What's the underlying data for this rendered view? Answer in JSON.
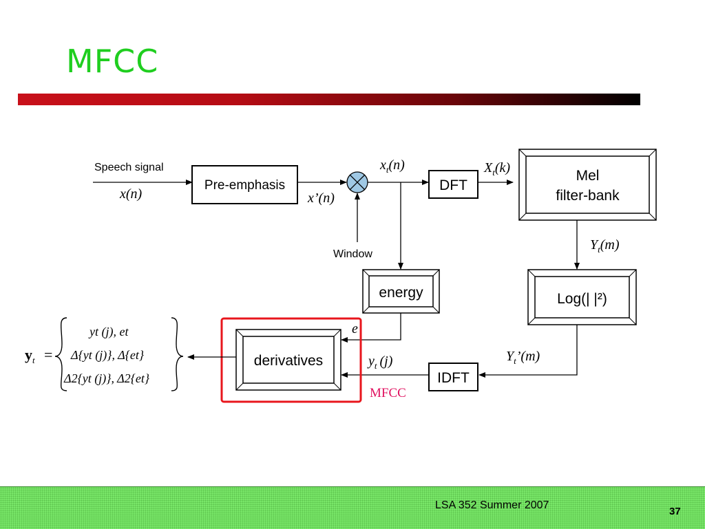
{
  "slide": {
    "title": "MFCC",
    "footer_course": "LSA 352 Summer 2007",
    "footer_page": "37"
  },
  "diagram": {
    "input_label": "Speech signal",
    "input_symbol": "x(n)",
    "window_label": "Window",
    "blocks": {
      "pre_emphasis": "Pre-emphasis",
      "dft": "DFT",
      "mel_line1": "Mel",
      "mel_line2": "filter-bank",
      "log": "Log(| |²)",
      "idft": "IDFT",
      "energy": "energy",
      "derivatives": "derivatives"
    },
    "signals": {
      "x_prime": "x’(n)",
      "x_t_base": "x",
      "x_t_sub": "t",
      "x_t_arg": "(n)",
      "X_t_base": "X",
      "X_t_sub": "t",
      "X_t_arg": "(k)",
      "Y_t_base": "Y",
      "Y_t_sub": "t",
      "Y_t_arg": "(m)",
      "Y_tp_base": "Y",
      "Y_tp_sub": "t",
      "Y_tp_arg": "’(m)",
      "y_tj_base": "y",
      "y_tj_sub": "t",
      "y_tj_arg": "(j)",
      "e_t": "e"
    },
    "mfcc_label": "MFCC",
    "equation": {
      "lhs_base": "y",
      "lhs_sub": "t",
      "eq": "=",
      "row1": "yt (j), et",
      "row2": "Δ{yt (j)}, Δ{et}",
      "row3": "Δ2{yt (j)}, Δ2{et}"
    },
    "colors": {
      "highlight": "#e8161c",
      "mfcc_text": "#e0115f"
    }
  }
}
